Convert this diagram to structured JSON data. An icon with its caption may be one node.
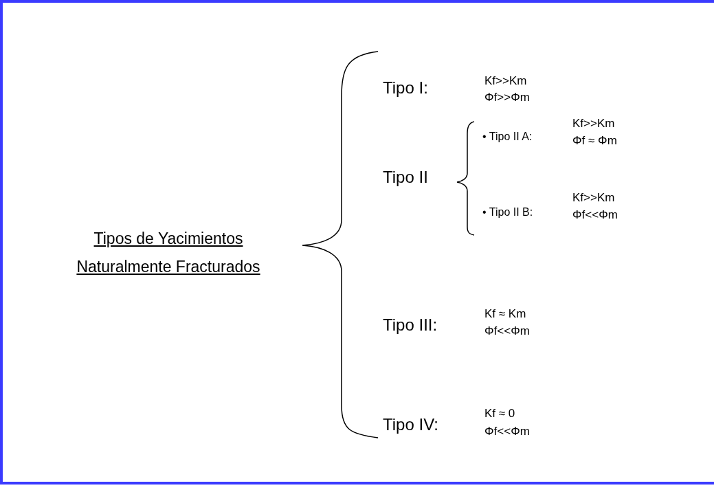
{
  "diagram": {
    "labels": [
      "Tipos de Yacimientos Naturalmente Fracturados",
      "Tipo I:",
      "Kf>>Km",
      "Φf>>Φm",
      "Tipo II",
      "• Tipo II A:",
      "Kf>>Km",
      "Φf ≈ Φm",
      "• Tipo II B:",
      "Kf>>Km",
      "Φf<<Φm",
      "Tipo III:",
      "Kf ≈ Km",
      "Φf<<Φm",
      "Tipo IV:",
      "Kf ≈ 0",
      "Φf<<Φm"
    ]
  }
}
